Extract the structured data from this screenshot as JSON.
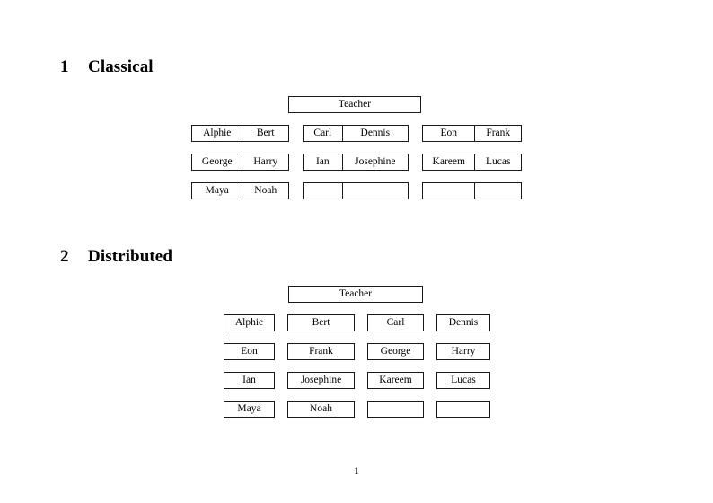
{
  "document": {
    "page_number": "1"
  },
  "sections": [
    {
      "number": "1",
      "title": "Classical",
      "teacher": {
        "label": "Teacher"
      },
      "groups": [
        {
          "name": "group-1",
          "rows": [
            {
              "left": "Alphie",
              "right": "Bert"
            },
            {
              "left": "George",
              "right": "Harry"
            },
            {
              "left": "Maya",
              "right": "Noah"
            }
          ]
        },
        {
          "name": "group-2",
          "rows": [
            {
              "left": "Carl",
              "right": "Dennis"
            },
            {
              "left": "Ian",
              "right": "Josephine"
            },
            {
              "left": "",
              "right": ""
            }
          ]
        },
        {
          "name": "group-3",
          "rows": [
            {
              "left": "Eon",
              "right": "Frank"
            },
            {
              "left": "Kareem",
              "right": "Lucas"
            },
            {
              "left": "",
              "right": ""
            }
          ]
        }
      ]
    },
    {
      "number": "2",
      "title": "Distributed",
      "teacher": {
        "label": "Teacher"
      },
      "rows": [
        [
          "Alphie",
          "Bert",
          "Carl",
          "Dennis"
        ],
        [
          "Eon",
          "Frank",
          "George",
          "Harry"
        ],
        [
          "Ian",
          "Josephine",
          "Kareem",
          "Lucas"
        ],
        [
          "Maya",
          "Noah",
          "",
          ""
        ]
      ]
    }
  ],
  "colors": {
    "page_background": "#ffffff",
    "text": "#000000",
    "border": "#1a1a1a"
  }
}
